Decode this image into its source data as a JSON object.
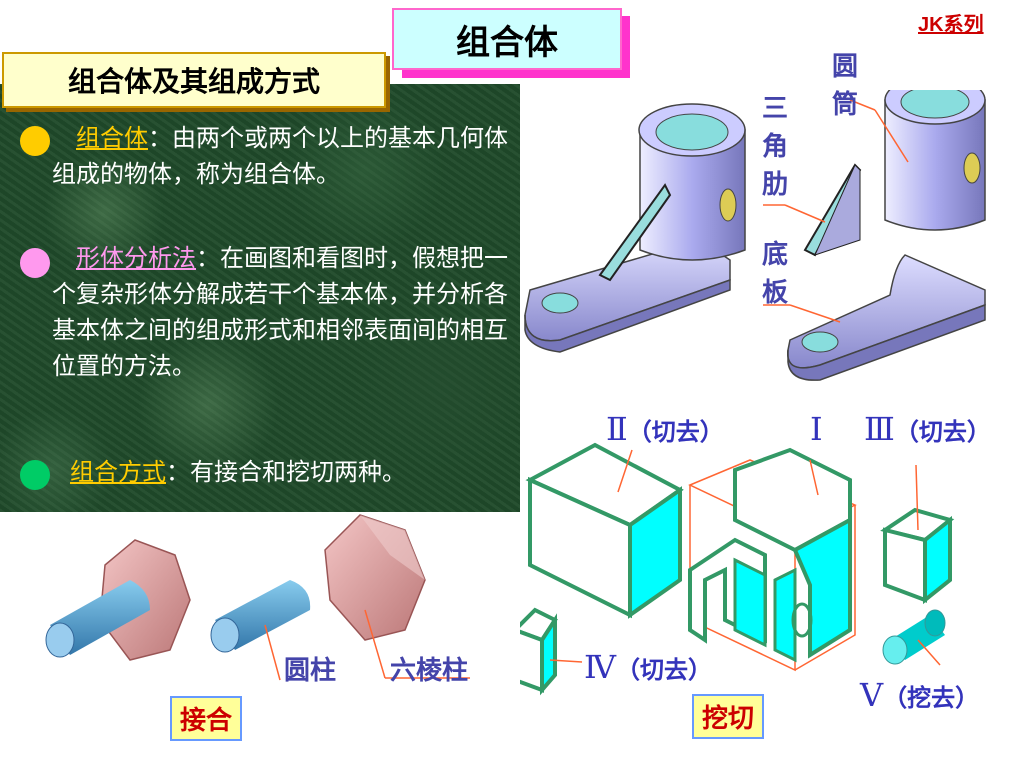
{
  "header": {
    "title": "组合体",
    "series_label": "JK系列"
  },
  "panel": {
    "subtitle": "组合体及其组成方式",
    "items": [
      {
        "term": "组合体",
        "text": "：由两个或两个以上的基本几何体组成的物体，称为组合体。",
        "bullet_color": "#ffcc00",
        "term_color": "#ffcc00"
      },
      {
        "term": "形体分析法",
        "text": "：在画图和看图时，假想把一个复杂形体分解成若干个基本体，并分析各基本体之间的组成形式和相邻表面间的相互位置的方法。",
        "bullet_color": "#ff99ee",
        "term_color": "#ff99ee"
      },
      {
        "term": "组合方式",
        "text": "：有接合和挖切两种。",
        "bullet_color": "#00cc66",
        "term_color": "#ffcc00"
      }
    ]
  },
  "top_diagram": {
    "labels": {
      "cylinder": "圆筒",
      "rib": "三角肋",
      "base": "底板"
    }
  },
  "bottom_left": {
    "cylinder_label": "圆柱",
    "hex_prism_label": "六棱柱",
    "method_label": "接合"
  },
  "bottom_right": {
    "main_label": "Ⅰ",
    "part2": {
      "numeral": "Ⅱ",
      "note": "（切去）"
    },
    "part3": {
      "numeral": "Ⅲ",
      "note": "（切去）"
    },
    "part4": {
      "numeral": "Ⅳ",
      "note": "（切去）"
    },
    "part5": {
      "numeral": "Ⅴ",
      "note": "（挖去）"
    },
    "method_label": "挖切"
  },
  "colors": {
    "panel_bg": "#1f4a2a",
    "solid_face": "#9999dd",
    "cutout_face": "#00ffff",
    "cutout_edge": "#339966",
    "hex_face": "#dd9999",
    "cyl_face": "#5599cc"
  }
}
